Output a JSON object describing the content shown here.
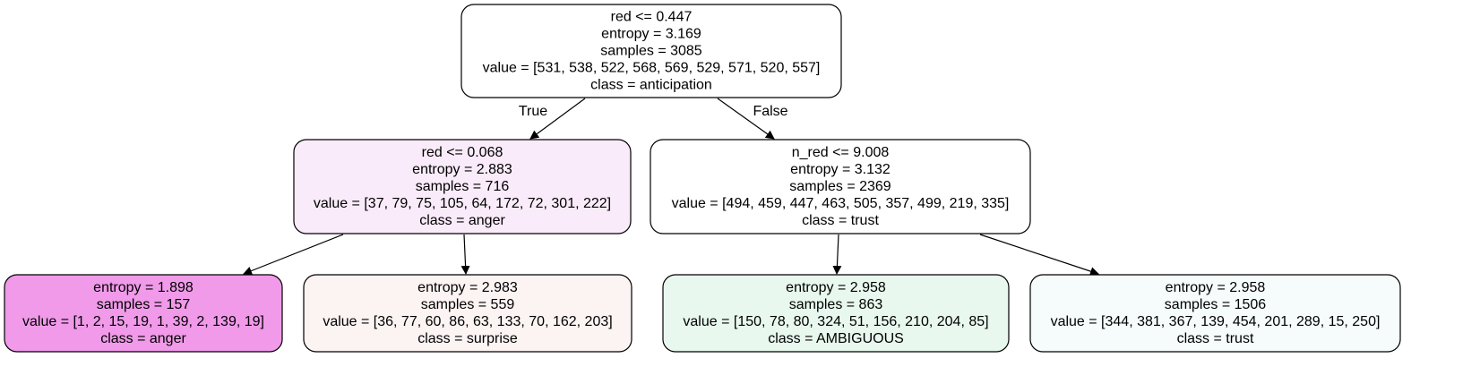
{
  "tree": {
    "nodes": [
      {
        "id": "root",
        "lines": [
          "red <= 0.447",
          "entropy = 3.169",
          "samples = 3085",
          "value = [531, 538, 522, 568, 569, 529, 571, 520, 557]",
          "class = anticipation"
        ],
        "fill": "#ffffff"
      },
      {
        "id": "left",
        "lines": [
          "red <= 0.068",
          "entropy = 2.883",
          "samples = 716",
          "value = [37, 79, 75, 105, 64, 172, 72, 301, 222]",
          "class = anger"
        ],
        "fill": "#f9ebf9"
      },
      {
        "id": "right",
        "lines": [
          "n_red <= 9.008",
          "entropy = 3.132",
          "samples = 2369",
          "value = [494, 459, 447, 463, 505, 357, 499, 219, 335]",
          "class = trust"
        ],
        "fill": "#ffffff"
      },
      {
        "id": "leaf-1",
        "lines": [
          "entropy = 1.898",
          "samples = 157",
          "value = [1, 2, 15, 19, 1, 39, 2, 139, 19]",
          "class = anger"
        ],
        "fill": "#f09ae9"
      },
      {
        "id": "leaf-2",
        "lines": [
          "entropy = 2.983",
          "samples = 559",
          "value = [36, 77, 60, 86, 63, 133, 70, 162, 203]",
          "class = surprise"
        ],
        "fill": "#fcf3f3"
      },
      {
        "id": "leaf-3",
        "lines": [
          "entropy = 2.958",
          "samples = 863",
          "value = [150, 78, 80, 324, 51, 156, 210, 204, 85]",
          "class = AMBIGUOUS"
        ],
        "fill": "#e8f8ee"
      },
      {
        "id": "leaf-4",
        "lines": [
          "entropy = 2.958",
          "samples = 1506",
          "value = [344, 381, 367, 139, 454, 201, 289, 15, 250]",
          "class = trust"
        ],
        "fill": "#f5fcfb"
      }
    ],
    "edges": [
      {
        "from": "root",
        "to": "left",
        "label": "True"
      },
      {
        "from": "root",
        "to": "right",
        "label": "False"
      },
      {
        "from": "left",
        "to": "leaf-1",
        "label": ""
      },
      {
        "from": "left",
        "to": "leaf-2",
        "label": ""
      },
      {
        "from": "right",
        "to": "leaf-3",
        "label": ""
      },
      {
        "from": "right",
        "to": "leaf-4",
        "label": ""
      }
    ]
  }
}
